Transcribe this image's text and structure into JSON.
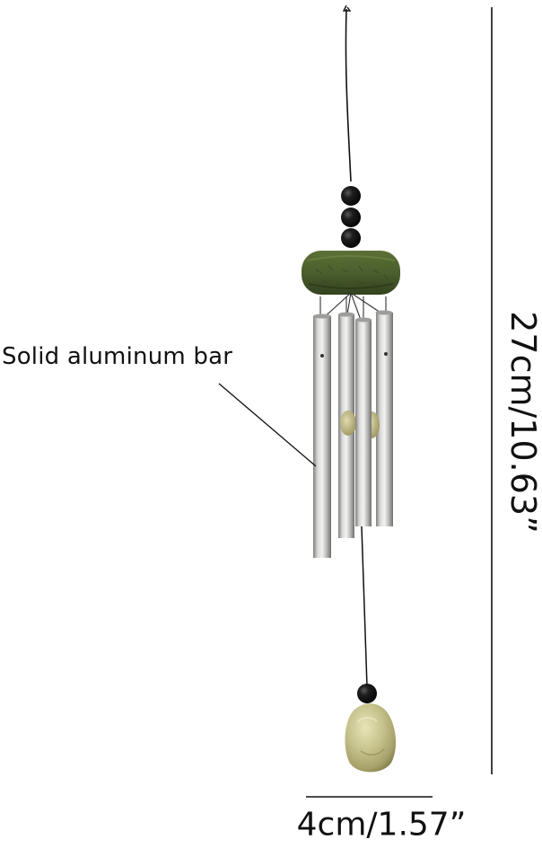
{
  "labels": {
    "callout": "Solid aluminum bar",
    "height": "27cm/10.63”",
    "width": "4cm/1.57”"
  },
  "product": {
    "bead_count_top": 3,
    "tube_count": 4
  },
  "colors": {
    "background": "#ffffff",
    "text": "#111111",
    "cap_green": "#4b5e2d",
    "bead_black": "#161616",
    "tube_silver": "#c8c9c7",
    "stone": "#c7c38e"
  }
}
